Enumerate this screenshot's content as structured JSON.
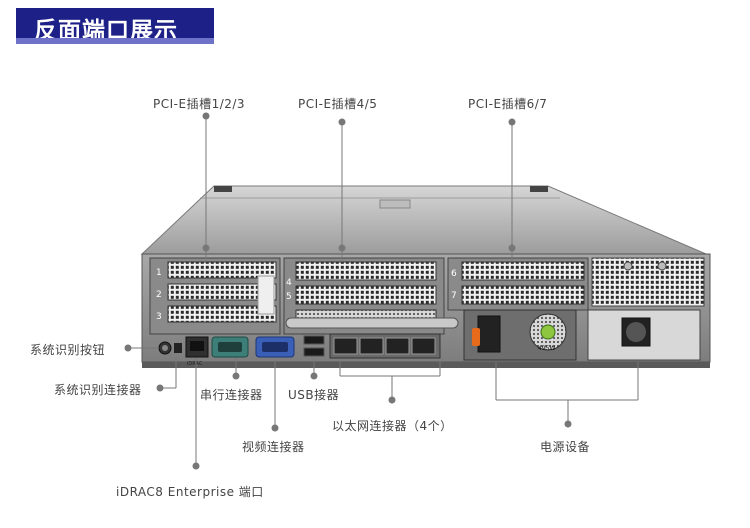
{
  "header": {
    "title": "反面端口展示"
  },
  "callouts": {
    "pcie_123": "PCI-E插槽1/2/3",
    "pcie_45": "PCI-E插槽4/5",
    "pcie_67": "PCI-E插槽6/7",
    "sys_id_button": "系统识别按钮",
    "sys_id_connector": "系统识别连接器",
    "serial": "串行连接器",
    "usb": "USB接器",
    "video": "视频连接器",
    "ethernet": "以太网连接器（4个）",
    "power": "电源设备",
    "idrac": "iDRAC8 Enterprise 端口"
  },
  "server": {
    "slot_numbers": [
      "1",
      "2",
      "3",
      "4",
      "5",
      "6",
      "7"
    ],
    "idrac_tag": "iDRAC",
    "psu_rating": "495W"
  },
  "colors": {
    "header_bg": "#1d2086",
    "header_accent": "#6f72c9",
    "vga_port": "#3a5fb8",
    "serial_port": "#3d7f78",
    "psu_handle": "#e86a1b"
  }
}
